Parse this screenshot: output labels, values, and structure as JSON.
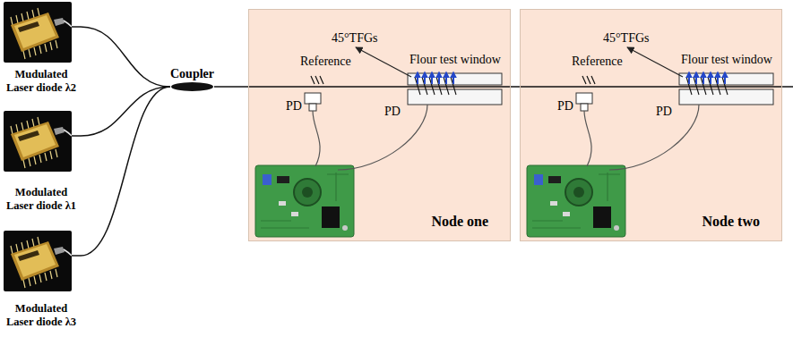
{
  "diagram": {
    "nodes": [
      {
        "text": [
          "Mudulated Laser diode λ2"
        ]
      },
      {
        "text": [
          "Modulated Laser diode λ1"
        ]
      },
      {
        "text": [
          "Modulated Laser diode λ3"
        ]
      },
      {
        "text": [
          "Coupler"
        ]
      },
      {
        "text": [
          "Node one"
        ]
      },
      {
        "text": [
          "Node two"
        ]
      }
    ],
    "edges": [
      {
        "from": 0,
        "to": 3,
        "arrow": "none"
      },
      {
        "from": 1,
        "to": 3,
        "arrow": "none"
      },
      {
        "from": 2,
        "to": 3,
        "arrow": "none"
      },
      {
        "from": 3,
        "to": 4,
        "arrow": "none"
      },
      {
        "from": 4,
        "to": 5,
        "arrow": "none"
      }
    ],
    "labels": [
      "45°TFGs",
      "Reference",
      "Flour test window",
      "PD",
      "PD",
      "45°TFGs",
      "Reference",
      "Flour test window",
      "PD",
      "PD"
    ]
  }
}
